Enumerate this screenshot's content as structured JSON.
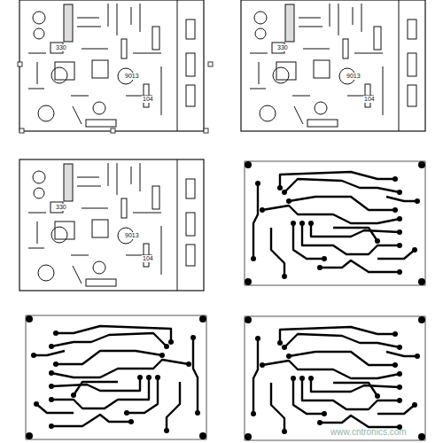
{
  "diagram": {
    "labels": [
      "330",
      "104",
      "9013",
      "330",
      "104",
      "9013",
      "330",
      "104",
      "9013",
      "www.cntronics.com"
    ]
  }
}
